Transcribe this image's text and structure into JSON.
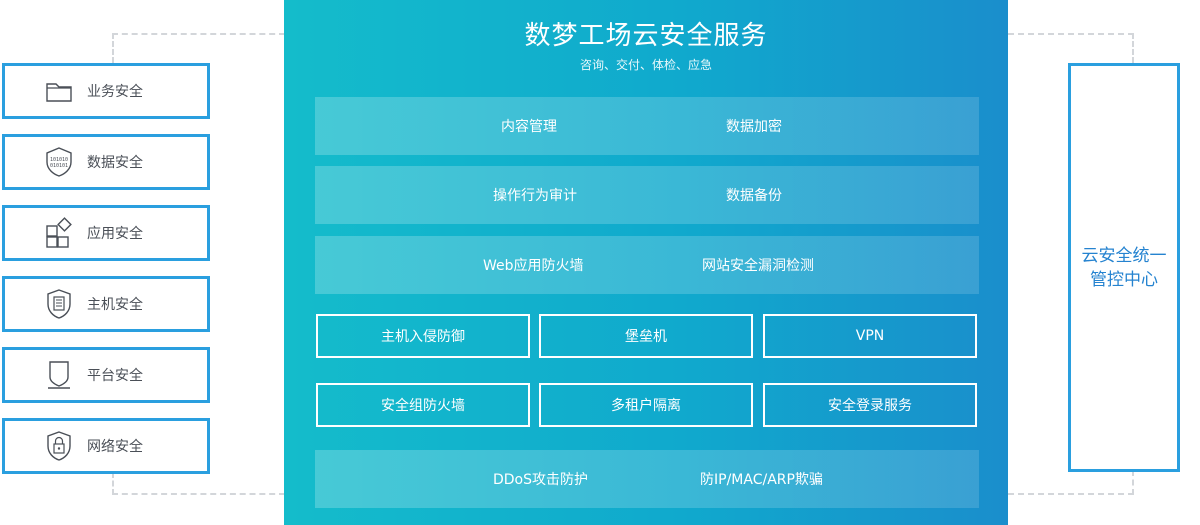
{
  "main": {
    "title": "数梦工场云安全服务",
    "subtitle": "咨询、交付、体检、应急",
    "bands": [
      {
        "left": "内容管理",
        "right": "数据加密"
      },
      {
        "left": "操作行为审计",
        "right": "数据备份"
      },
      {
        "left": "Web应用防火墙",
        "right": "网站安全漏洞检测"
      }
    ],
    "boxes_row1": [
      "主机入侵防御",
      "堡垒机",
      "VPN"
    ],
    "boxes_row2": [
      "安全组防火墙",
      "多租户隔离",
      "安全登录服务"
    ],
    "bottom_band": {
      "left": "DDoS攻击防护",
      "right": "防IP/MAC/ARP欺骗"
    }
  },
  "left_items": [
    {
      "label": "业务安全",
      "icon": "folder-icon"
    },
    {
      "label": "数据安全",
      "icon": "binary-shield-icon"
    },
    {
      "label": "应用安全",
      "icon": "app-blocks-icon"
    },
    {
      "label": "主机安全",
      "icon": "server-shield-icon"
    },
    {
      "label": "平台安全",
      "icon": "monitor-shield-icon"
    },
    {
      "label": "网络安全",
      "icon": "lock-shield-icon"
    }
  ],
  "right_panel": {
    "label": "云安全统一管控中心"
  },
  "colors": {
    "accent_border": "#2a9fdf",
    "panel_start": "#14bccb",
    "panel_end": "#1a8ecc",
    "right_text": "#2583d0"
  }
}
